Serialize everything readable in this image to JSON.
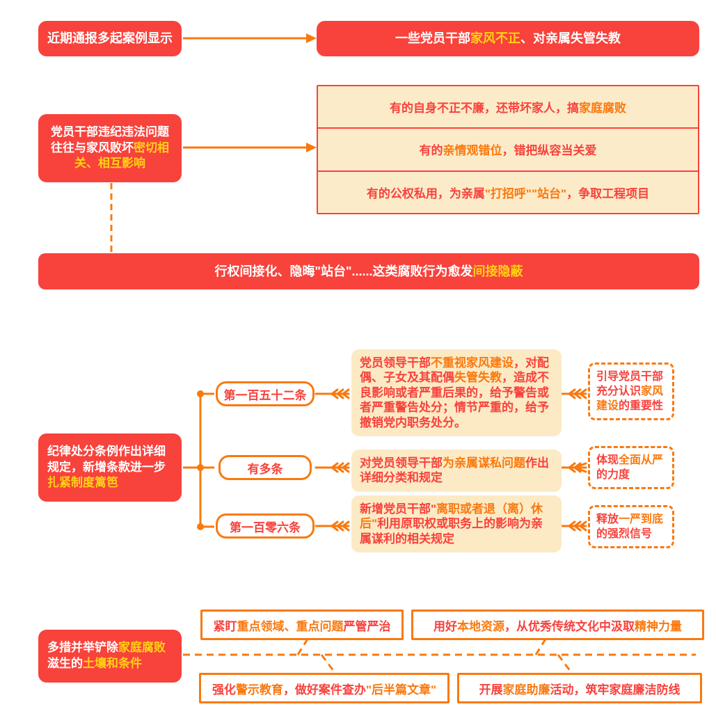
{
  "colors": {
    "red": "#F8423C",
    "yellow": "#FFD213",
    "orange": "#F9790F",
    "cream": "#FCEBC9",
    "cream_light": "#FCEAC5"
  },
  "section1": {
    "left": "近期通报多起案例显示",
    "right": [
      {
        "t": "一些党员干部"
      },
      {
        "t": "家风不正",
        "c": "y"
      },
      {
        "t": "、对亲属失管失教"
      }
    ]
  },
  "section2": {
    "left": [
      {
        "t": "党员干部违纪违法问题往往与家风败坏"
      },
      {
        "t": "密切相关、相互影响",
        "c": "y"
      }
    ],
    "rows": [
      [
        {
          "t": "有的自身不正不廉，还带坏家人，搞"
        },
        {
          "t": "家庭腐败",
          "c": "o"
        }
      ],
      [
        {
          "t": "有的"
        },
        {
          "t": "亲情观错位",
          "c": "o"
        },
        {
          "t": "，错把纵容当关爱"
        }
      ],
      [
        {
          "t": "有的公权私用，为亲属"
        },
        {
          "t": "\"打招呼\"\"站台\"",
          "c": "o"
        },
        {
          "t": "，争取工程项目"
        }
      ]
    ]
  },
  "banner": [
    {
      "t": "行权间接化、隐晦\"站台\"......这类腐败行为愈发"
    },
    {
      "t": "间接隐蔽",
      "c": "y"
    }
  ],
  "section4": {
    "left": [
      {
        "t": "纪律处分条例作出详细规定，新增条款进一步"
      },
      {
        "t": "扎紧制度篱笆",
        "c": "y"
      }
    ],
    "branches": [
      {
        "label": "第一百五十二条",
        "detail": [
          {
            "t": "党员领导干部"
          },
          {
            "t": "不重视家风建设",
            "c": "o"
          },
          {
            "t": "，对配偶、子女及其配偶"
          },
          {
            "t": "失管失教",
            "c": "o"
          },
          {
            "t": "，造成不良影响或者严重后果的，给予警告或者严重警告处分；情节严重的，给予撤销党内职务处分。"
          }
        ],
        "note": [
          {
            "t": "引导党员干部充分认识"
          },
          {
            "t": "家风建设",
            "c": "o"
          },
          {
            "t": "的重要性"
          }
        ]
      },
      {
        "label": "有多条",
        "detail": [
          {
            "t": "对党员领导干部"
          },
          {
            "t": "为亲属谋私问题",
            "c": "o"
          },
          {
            "t": "作出详细分类和规定"
          }
        ],
        "note": [
          {
            "t": "体现"
          },
          {
            "t": "全面从严",
            "c": "o"
          },
          {
            "t": "的力度"
          }
        ]
      },
      {
        "label": "第一百零六条",
        "detail": [
          {
            "t": "新增党员干部\""
          },
          {
            "t": "离职或者退（离）休后\"",
            "c": "o"
          },
          {
            "t": "利用原职权或职务上的影响为亲属谋利的相关规定"
          }
        ],
        "note": [
          {
            "t": "释放"
          },
          {
            "t": "一严到底",
            "c": "o"
          },
          {
            "t": "的强烈信号"
          }
        ]
      }
    ]
  },
  "section5": {
    "left": [
      {
        "t": "多措并举铲除"
      },
      {
        "t": "家庭腐败",
        "c": "y"
      },
      {
        "t": "滋生的"
      },
      {
        "t": "土壤和条件",
        "c": "y"
      }
    ],
    "measures": [
      [
        {
          "t": "紧盯"
        },
        {
          "t": "重点领域、重点问题",
          "c": "o"
        },
        {
          "t": "严管严治"
        }
      ],
      [
        {
          "t": "用好"
        },
        {
          "t": "本地资源",
          "c": "o"
        },
        {
          "t": "，从优秀传统文化中汲取"
        },
        {
          "t": "精神力量",
          "c": "o"
        }
      ],
      [
        {
          "t": "强化"
        },
        {
          "t": "警示教育",
          "c": "o"
        },
        {
          "t": "，做好案件查办"
        },
        {
          "t": "\"后半篇文章\"",
          "c": "o"
        }
      ],
      [
        {
          "t": "开展"
        },
        {
          "t": "家庭助廉",
          "c": "o"
        },
        {
          "t": "活动，筑牢家庭廉洁防线"
        }
      ]
    ]
  }
}
